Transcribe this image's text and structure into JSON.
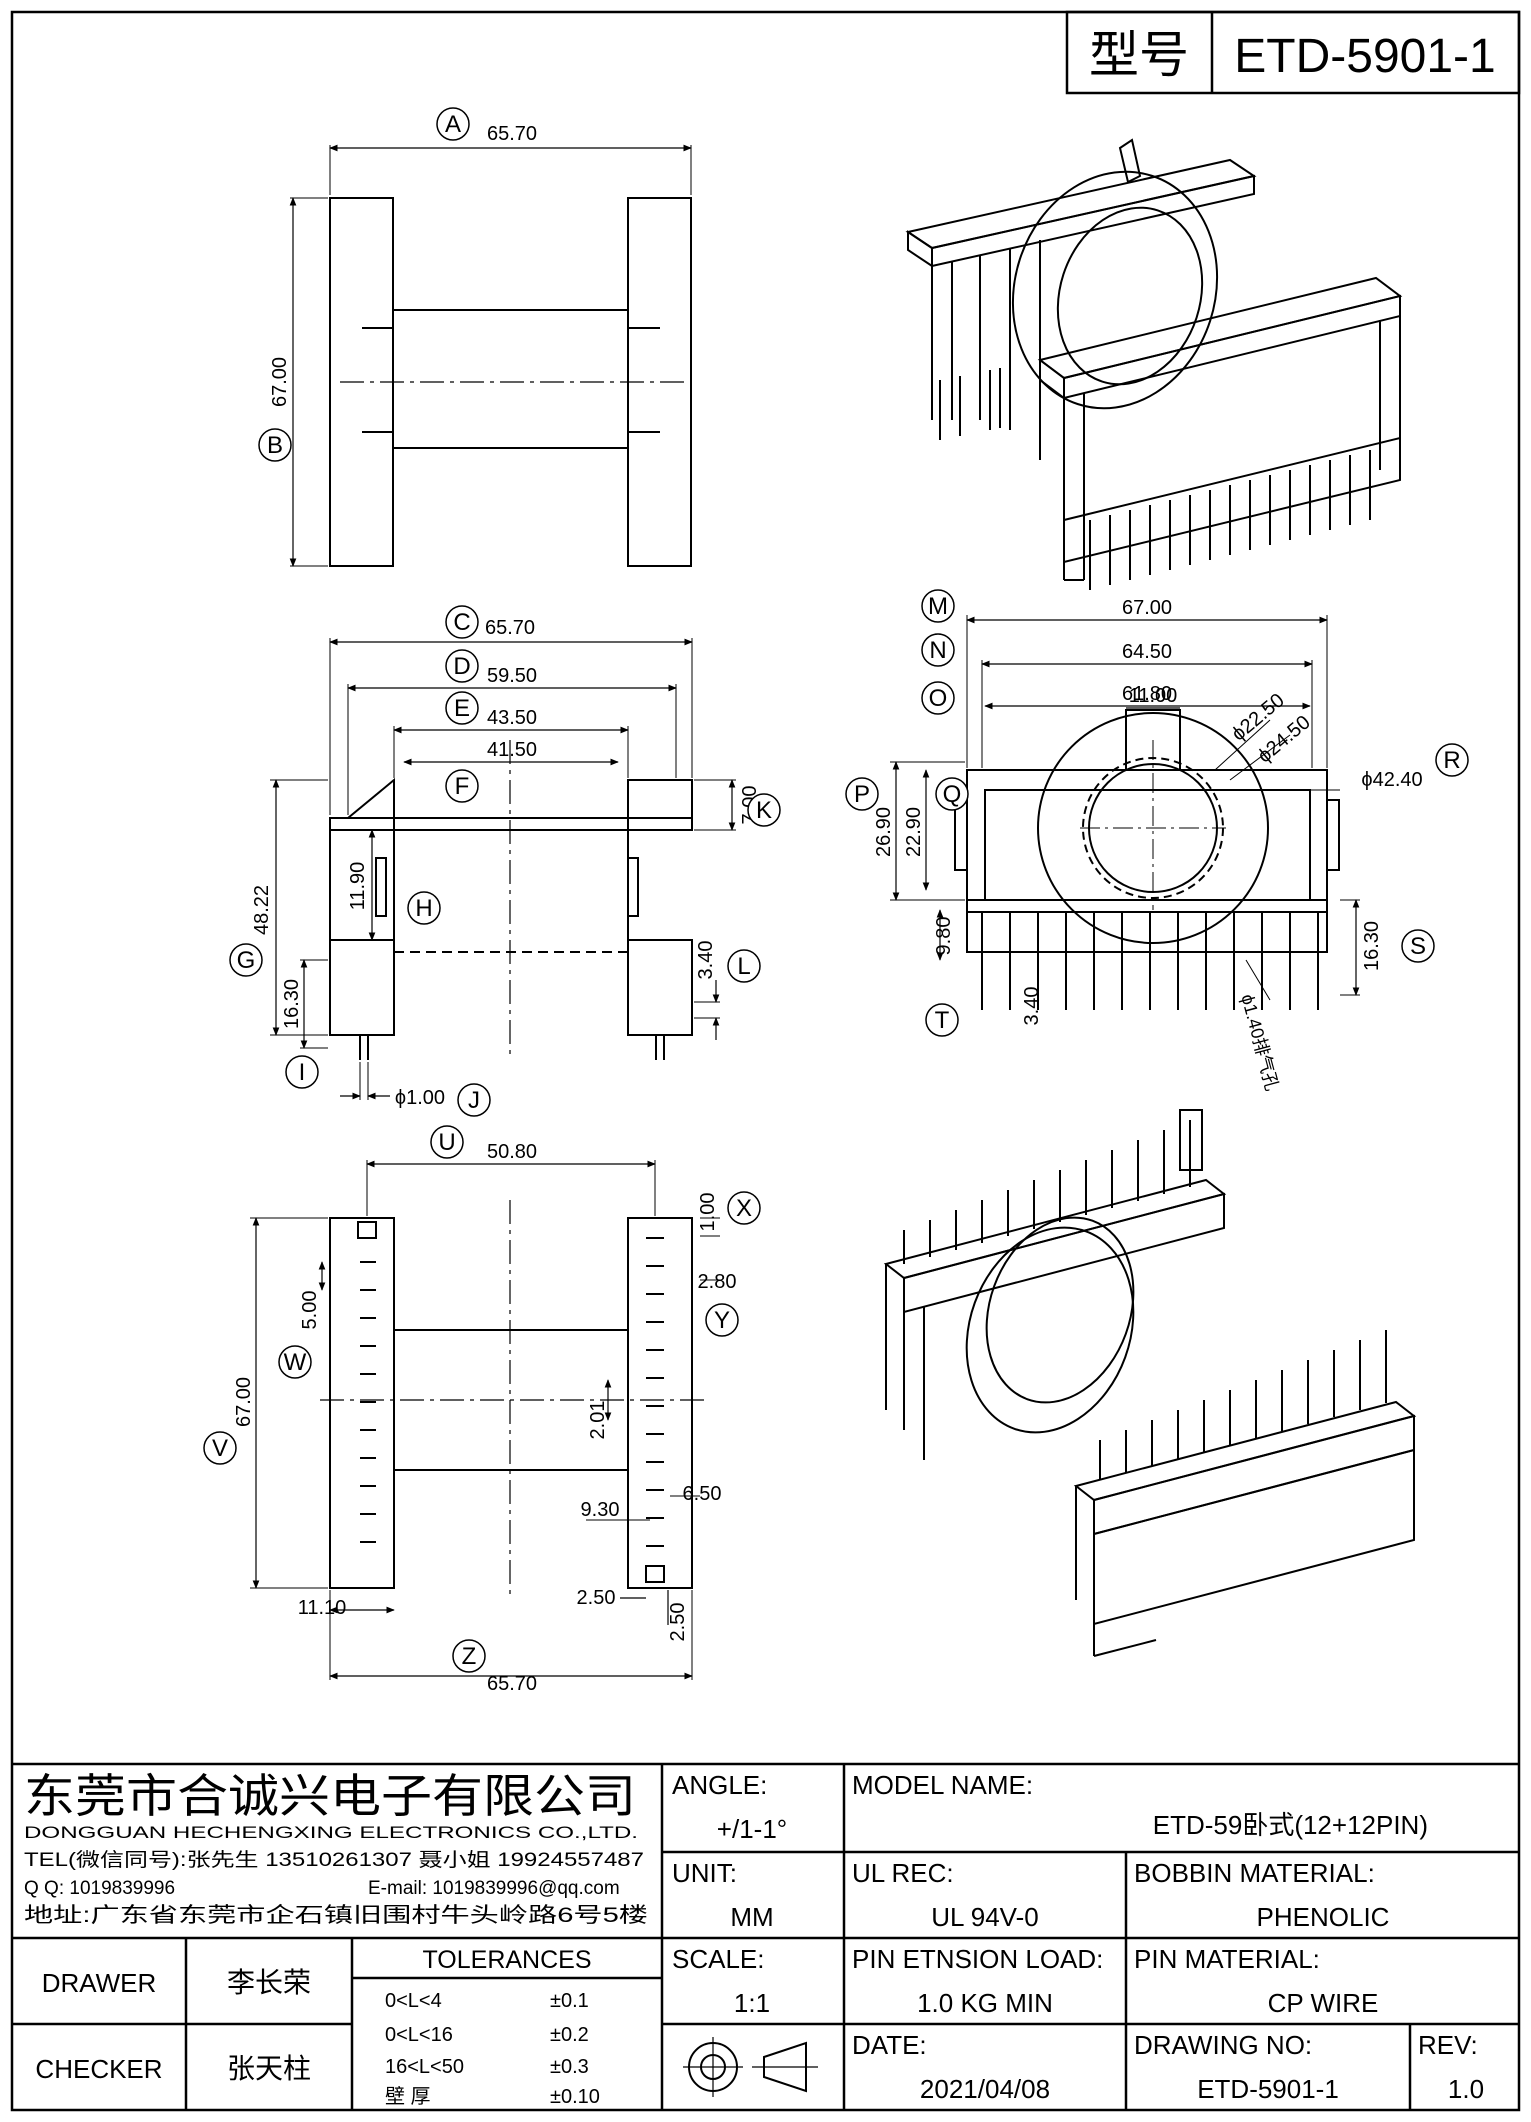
{
  "title_block": {
    "type_label": "型号",
    "type_value": "ETD-5901-1"
  },
  "views": {
    "front": {
      "dim_a": "65.70",
      "dim_b": "67.00",
      "callouts": [
        "A",
        "B"
      ]
    },
    "side": {
      "dim_c": "65.70",
      "dim_d": "59.50",
      "dim_e": "43.50",
      "dim_f": "41.50",
      "dim_k": "7.00",
      "dim_h": "11.90",
      "dim_g": "48.22",
      "dim_l": "3.40",
      "dim_i": "16.30",
      "dim_j": "ϕ1.00",
      "callouts": [
        "C",
        "D",
        "E",
        "F",
        "K",
        "H",
        "G",
        "L",
        "I",
        "J"
      ]
    },
    "end": {
      "dim_m": "67.00",
      "dim_n": "64.50",
      "dim_o": "61.80",
      "dim_11": "11.00",
      "dim_d22": "ϕ22.50",
      "dim_d24": "ϕ24.50",
      "dim_r": "ϕ42.40",
      "dim_p": "26.90",
      "dim_q": "22.90",
      "dim_98": "9.80",
      "dim_s": "16.30",
      "dim_34": "3.40",
      "dim_pin": "ϕ1.40排气孔",
      "callouts": [
        "M",
        "N",
        "O",
        "P",
        "Q",
        "R",
        "S",
        "T"
      ]
    },
    "bottom": {
      "dim_u": "50.80",
      "dim_x": "1.00",
      "dim_280": "2.80",
      "dim_500": "5.00",
      "dim_v": "67.00",
      "dim_201": "2.01",
      "dim_650": "6.50",
      "dim_930": "9.30",
      "dim_1110": "11.10",
      "dim_250a": "2.50",
      "dim_250b": "2.50",
      "dim_z": "65.70",
      "callouts": [
        "U",
        "X",
        "Y",
        "W",
        "V",
        "Z"
      ]
    }
  },
  "company": {
    "name_cn": "东莞市合诚兴电子有限公司",
    "name_en": "DONGGUAN HECHENGXING ELECTRONICS CO.,LTD.",
    "tel": "TEL(微信同号):张先生 13510261307 聂小姐 19924557487",
    "qq": "Q Q: 1019839996",
    "email": "E-mail: 1019839996@qq.com",
    "address": "地址:广东省东莞市企石镇旧围村牛头岭路6号5楼"
  },
  "info": {
    "angle_label": "ANGLE:",
    "angle_value": "+/1-1°",
    "model_label": "MODEL NAME:",
    "model_value": "ETD-59卧式(12+12PIN)",
    "unit_label": "UNIT:",
    "unit_value": "MM",
    "ul_label": "UL REC:",
    "ul_value": "UL 94V-0",
    "bobbin_label": "BOBBIN MATERIAL:",
    "bobbin_value": "PHENOLIC",
    "scale_label": "SCALE:",
    "scale_value": "1:1",
    "pinload_label": "PIN ETNSION LOAD:",
    "pinload_value": "1.0 KG MIN",
    "pinmat_label": "PIN MATERIAL:",
    "pinmat_value": "CP WIRE",
    "date_label": "DATE:",
    "date_value": "2021/04/08",
    "drawno_label": "DRAWING NO:",
    "drawno_value": "ETD-5901-1",
    "rev_label": "REV:",
    "rev_value": "1.0"
  },
  "people": {
    "drawer_label": "DRAWER",
    "drawer_value": "李长荣",
    "checker_label": "CHECKER",
    "checker_value": "张天柱"
  },
  "tolerances": {
    "title": "TOLERANCES",
    "rows": [
      {
        "range": "0<L<4",
        "value": "±0.1"
      },
      {
        "range": "0<L<16",
        "value": "±0.2"
      },
      {
        "range": "16<L<50",
        "value": "±0.3"
      },
      {
        "range": "壁    厚",
        "value": "±0.10"
      }
    ]
  }
}
